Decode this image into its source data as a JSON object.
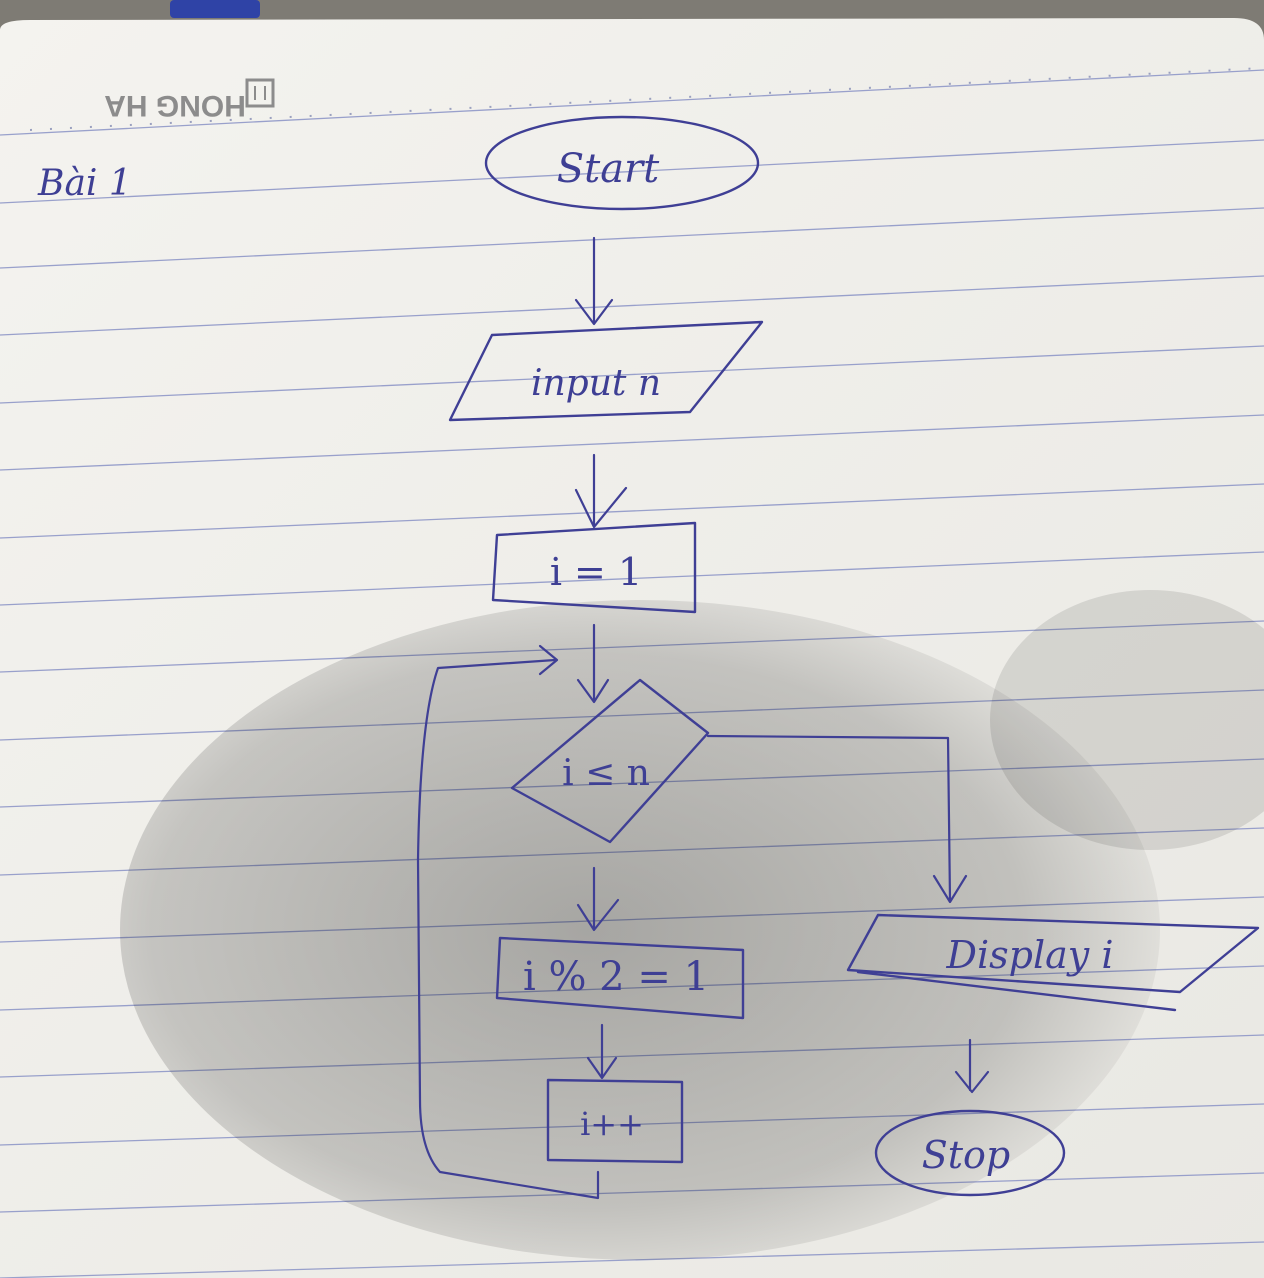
{
  "brand": {
    "logo_text": "HONG HA"
  },
  "exercise_label": "Bài 1",
  "flowchart": {
    "start": "Start",
    "input": "input n",
    "init": "i = 1",
    "condition": "i ≤ n",
    "check": "i % 2 = 1",
    "increment": "i++",
    "output": "Display i",
    "stop": "Stop"
  },
  "colors": {
    "ink": "#3f3f95",
    "paper": "#f1f0ec",
    "rule_line": "#8a93c6",
    "background": "#8d8a82"
  }
}
